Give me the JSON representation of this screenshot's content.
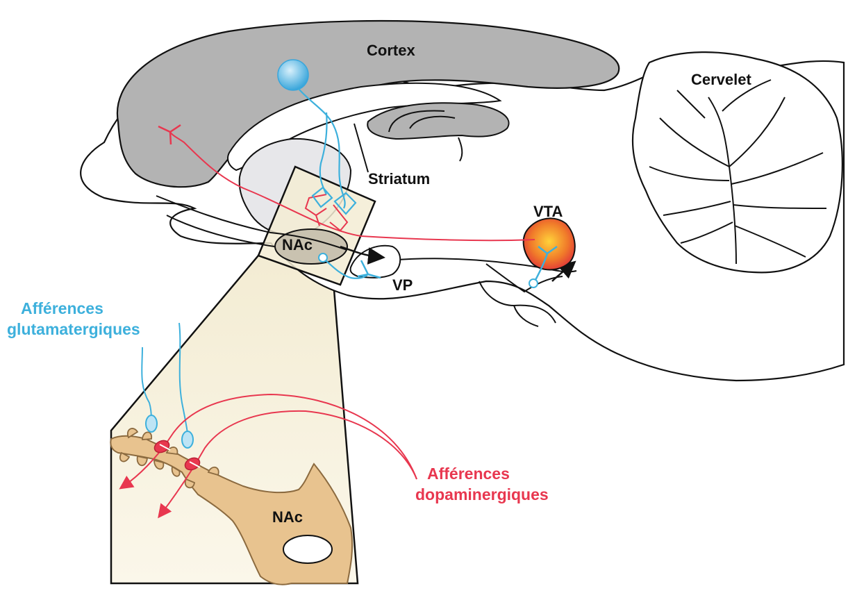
{
  "labels": {
    "cortex": "Cortex",
    "cervelet": "Cervelet",
    "striatum": "Striatum",
    "vta": "VTA",
    "nac_upper": "NAc",
    "vp": "VP",
    "nac_lower": "NAc",
    "glut_line1": "Afférences",
    "glut_line2": "glutamatergiques",
    "dopa_line1": "Afférences",
    "dopa_line2": "dopaminergiques"
  },
  "colors": {
    "glutamate": "#3db0dc",
    "dopamine": "#e8374f",
    "cortex_fill": "#b3b3b3",
    "zoom_fill": "#f6efd8",
    "neuron_fill": "#e8c38f",
    "outline": "#111111"
  }
}
